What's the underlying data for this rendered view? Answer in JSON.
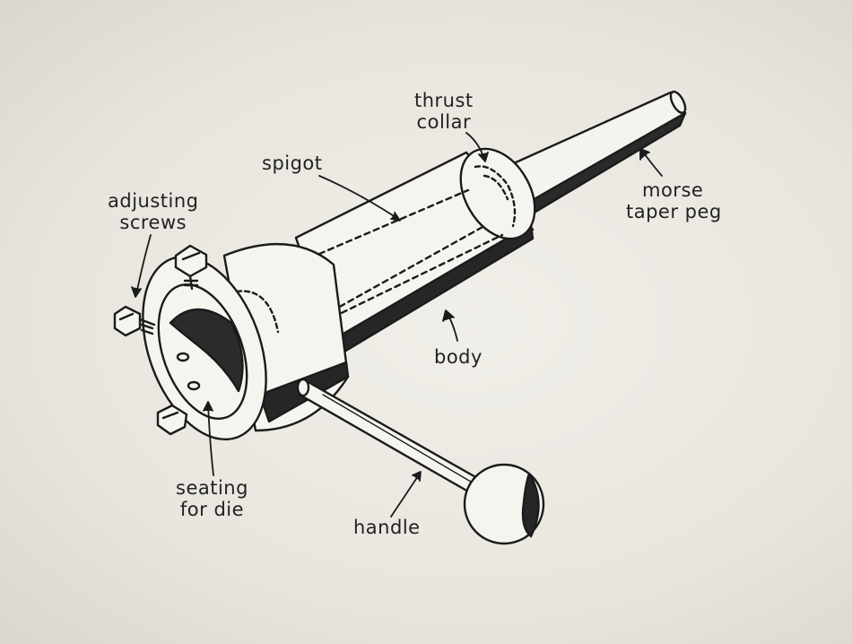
{
  "labels": {
    "thrust_collar": [
      "thrust",
      "collar"
    ],
    "spigot": "spigot",
    "adjusting_screws": [
      "adjusting",
      "screws"
    ],
    "morse_taper_peg": [
      "morse",
      "taper peg"
    ],
    "body": "body",
    "seating_for_die": [
      "seating",
      "for die"
    ],
    "handle": "handle"
  }
}
